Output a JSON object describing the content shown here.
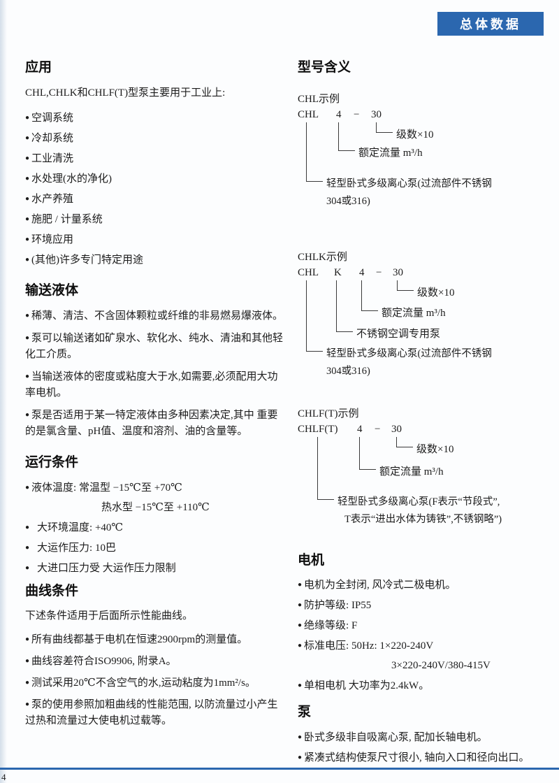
{
  "page": {
    "header_tab": "总体数据",
    "page_number": "4",
    "accent_color": "#2b67af"
  },
  "glyphs": {
    "bullet": "●"
  },
  "left": {
    "applications": {
      "title": "应用",
      "intro": "CHL,CHLK和CHLF(T)型泵主要用于工业上:",
      "items": [
        "空调系统",
        "冷却系统",
        "工业清洗",
        "水处理(水的净化)",
        "水产养殖",
        "施肥 / 计量系统",
        "环境应用",
        "(其他)许多专门特定用途"
      ]
    },
    "liquids": {
      "title": "输送液体",
      "items": [
        "稀薄、清洁、不含固体颗粒或纤维的非易燃易爆液体。",
        "泵可以输送诸如矿泉水、软化水、纯水、清油和其他轻化工介质。",
        "当输送液体的密度或粘度大于水,如需要,必须配用大功率电机。",
        "泵是否适用于某一特定液体由多种因素决定,其中 重要的是氯含量、pH值、温度和溶剂、油的含量等。"
      ]
    },
    "operating": {
      "title": "运行条件",
      "liquid_temp": "液体温度: 常温型 −15℃至 +70℃",
      "liquid_temp_line2": "热水型 −15℃至 +110℃",
      "items": [
        "大环境温度: +40℃",
        "大运作压力: 10巴",
        "大进口压力受 大运作压力限制"
      ]
    },
    "curves": {
      "title": "曲线条件",
      "intro": "下述条件适用于后面所示性能曲线。",
      "items": [
        "所有曲线都基于电机在恒速2900rpm的测量值。",
        "曲线容差符合ISO9906, 附录A。",
        "测试采用20℃不含空气的水,运动粘度为1mm²/s。",
        "泵的使用参照加粗曲线的性能范围, 以防流量过小产生过热和流量过大使电机过载等。"
      ]
    }
  },
  "right": {
    "model": {
      "title": "型号含义",
      "chl": {
        "example_label": "CHL示例",
        "code_parts": [
          "CHL",
          "4",
          "−",
          "30"
        ],
        "callouts": [
          "级数×10",
          "额定流量 m³/h"
        ],
        "description": [
          "轻型卧式多级离心泵(过流部件不锈钢",
          "304或316)"
        ]
      },
      "chlk": {
        "example_label": "CHLK示例",
        "code_parts": [
          "CHL",
          "K",
          "4",
          "−",
          "30"
        ],
        "callouts": [
          "级数×10",
          "额定流量 m³/h",
          "不锈钢空调专用泵"
        ],
        "description": [
          "轻型卧式多级离心泵(过流部件不锈钢",
          "304或316)"
        ]
      },
      "chlft": {
        "example_label": "CHLF(T)示例",
        "code_parts": [
          "CHLF(T)",
          "4",
          "−",
          "30"
        ],
        "callouts": [
          "级数×10",
          "额定流量 m³/h"
        ],
        "description": [
          "轻型卧式多级离心泵(F表示“节段式”,",
          "T表示“进出水体为铸铁”,不锈钢略”)"
        ]
      }
    },
    "motor": {
      "title": "电机",
      "item_enclosed": "电机为全封闭, 风冷式二极电机。",
      "item_ip": "防护等级: IP55",
      "item_insulation": "绝缘等级: F",
      "item_voltage": "标准电压: 50Hz: 1×220-240V",
      "item_voltage_line2": "3×220-240V/380-415V",
      "item_single_phase": "单相电机 大功率为2.4kW。"
    },
    "pump": {
      "title": "泵",
      "items": [
        "卧式多级非自吸离心泵, 配加长轴电机。",
        "紧凑式结构使泵尺寸很小, 轴向入口和径向出口。"
      ]
    }
  }
}
